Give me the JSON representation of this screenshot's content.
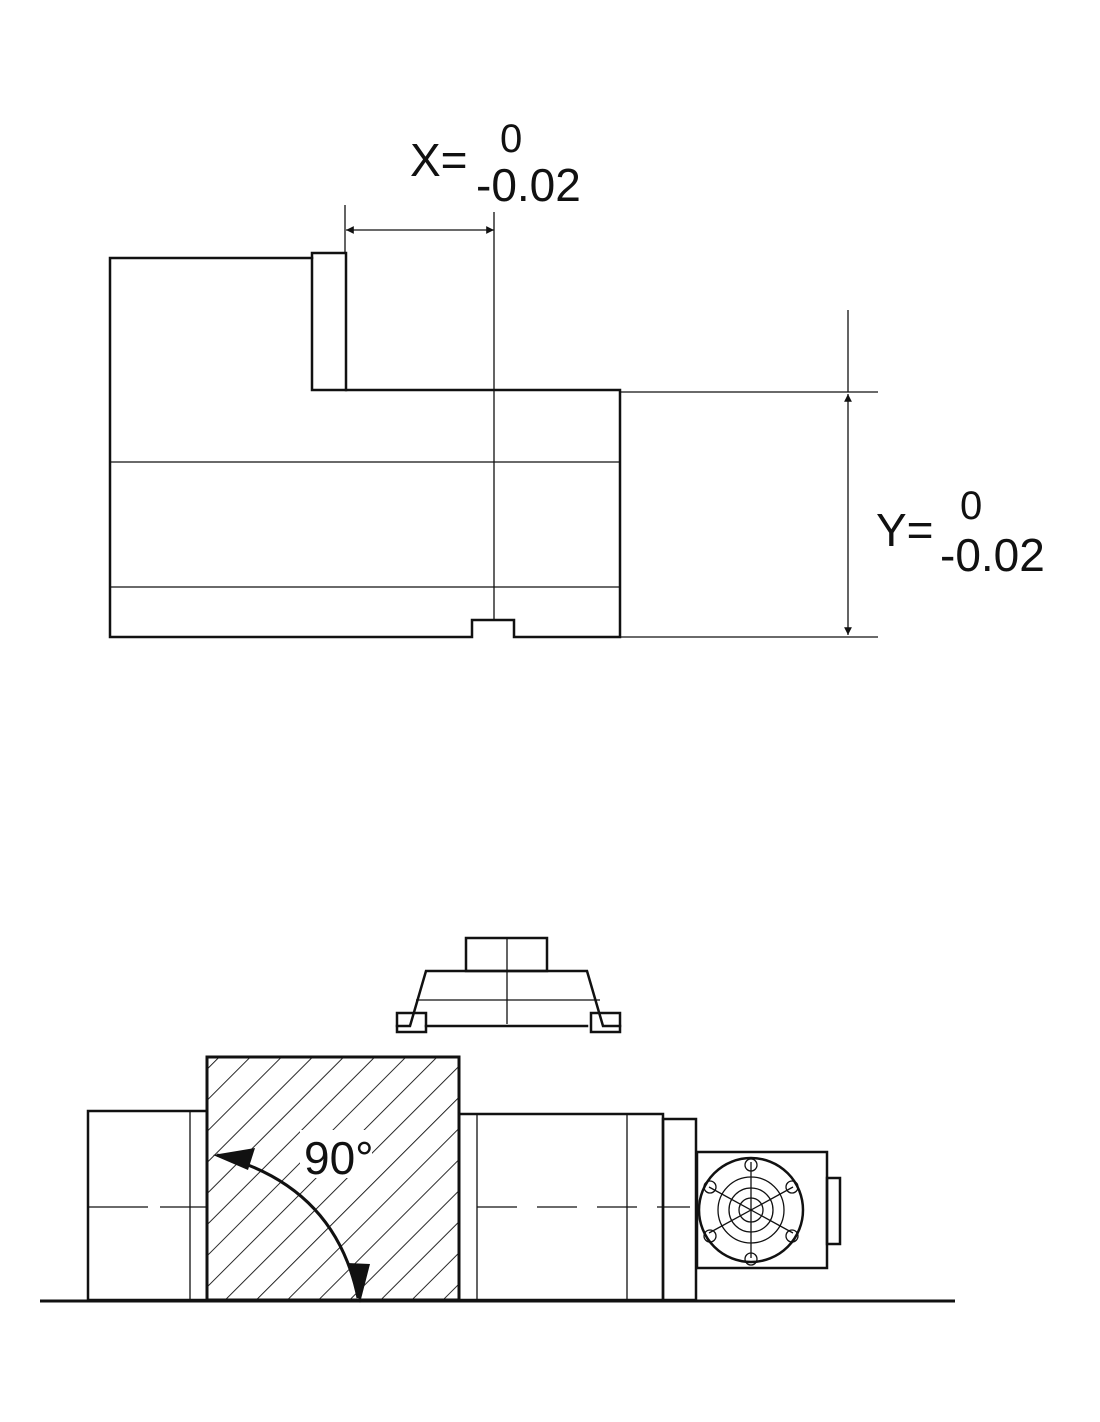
{
  "top_view": {
    "x_tolerance": {
      "label": "X=",
      "upper": "0",
      "lower": "-0.02"
    },
    "y_tolerance": {
      "label": "Y=",
      "upper": "0",
      "lower": "-0.02"
    }
  },
  "bottom_view": {
    "angle_label": "90°"
  }
}
